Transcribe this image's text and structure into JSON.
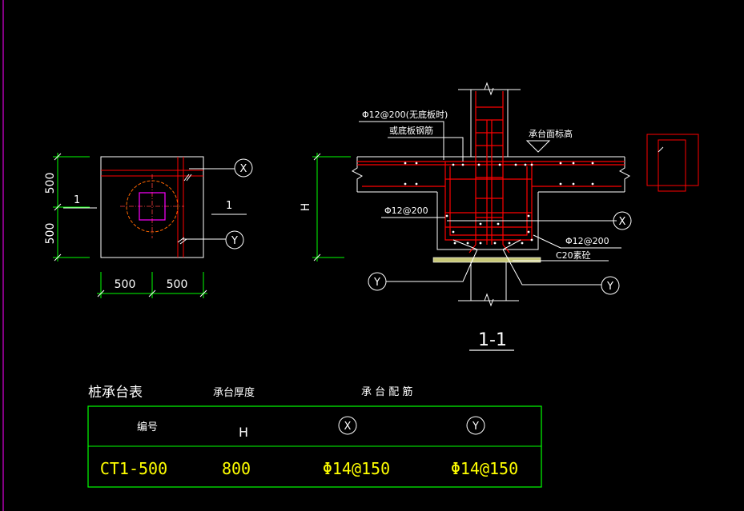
{
  "plan": {
    "dim_v_top": "500",
    "dim_v_bot": "500",
    "dim_h_left": "500",
    "dim_h_right": "500",
    "section_mark_left": "1",
    "section_mark_right": "1",
    "axis_x": "X",
    "axis_y": "Y"
  },
  "section": {
    "label_top_bar": "Φ12@200(无底板时)",
    "label_top_bar_2": "或底板钢筋",
    "label_cap_elevation": "承台面标高",
    "label_stirrup": "Φ12@200",
    "label_y_bar": "Φ12@200",
    "label_cushion": "C20素砼",
    "dim_height": "H",
    "axis_x": "X",
    "axis_y_left": "Y",
    "axis_y_right": "Y",
    "title": "1-1"
  },
  "table": {
    "title": "桩承台表",
    "col_thickness": "承台厚度",
    "col_reinforcement": "承 台 配 筋",
    "header_id": "编号",
    "header_h": "H",
    "header_x": "X",
    "header_y": "Y",
    "rows": [
      {
        "id": "CT1-500",
        "h": "800",
        "x_bar": "Φ14@150",
        "y_bar": "Φ14@150"
      }
    ]
  },
  "colors": {
    "background": "#000000",
    "line_white": "#ffffff",
    "dimension_green": "#00ff00",
    "rebar_red": "#ff0000",
    "pile_magenta": "#ff00ff",
    "value_yellow": "#ffff00",
    "cushion_fill": "#c8c878"
  }
}
